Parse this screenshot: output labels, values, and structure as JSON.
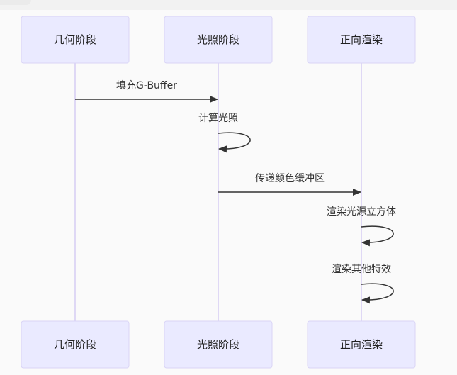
{
  "diagram": {
    "type": "sequence",
    "participants": [
      {
        "id": "geometry",
        "label": "几何阶段"
      },
      {
        "id": "lighting",
        "label": "光照阶段"
      },
      {
        "id": "forward",
        "label": "正向渲染"
      }
    ],
    "messages": [
      {
        "from": 0,
        "to": 1,
        "label": "填充G-Buffer"
      },
      {
        "from": 1,
        "to": 1,
        "label": "计算光照"
      },
      {
        "from": 1,
        "to": 2,
        "label": "传递颜色缓冲区"
      },
      {
        "from": 2,
        "to": 2,
        "label": "渲染光源立方体"
      },
      {
        "from": 2,
        "to": 2,
        "label": "渲染其他特效"
      }
    ]
  },
  "colors": {
    "actor_fill": "#eaeaff",
    "actor_border": "#d9d4f6",
    "lifeline": "#d8d0f4",
    "message": "#333333",
    "background": "#fafafa"
  }
}
